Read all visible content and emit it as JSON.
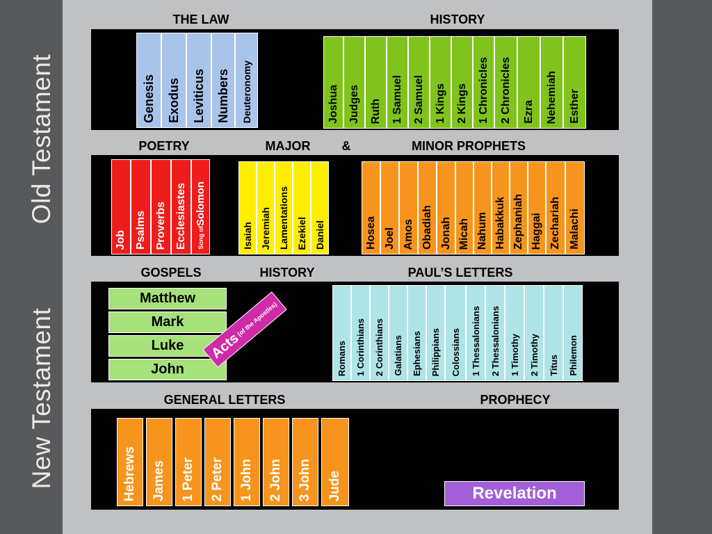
{
  "side_labels": {
    "old": "Old Testament",
    "new": "New Testament"
  },
  "headings": {
    "law": "THE LAW",
    "history_ot": "HISTORY",
    "poetry": "POETRY",
    "major": "MAJOR",
    "amp": "&",
    "minor": "MINOR  PROPHETS",
    "gospels": "GOSPELS",
    "history_nt": "HISTORY",
    "pauls": "PAUL’S LETTERS",
    "general": "GENERAL LETTERS",
    "prophecy": "PROPHECY"
  },
  "colors": {
    "law": "#a9c4eb",
    "history_ot": "#7fc31c",
    "poetry": "#ef1c1c",
    "major": "#ffee00",
    "minor": "#f7941d",
    "gospels": "#a6e17a",
    "acts": "#cf2ba8",
    "pauls": "#aee4e6",
    "general": "#f7941d",
    "prophecy": "#a35fd7"
  },
  "law": [
    "Genesis",
    "Exodus",
    "Leviticus",
    "Numbers",
    "Deuteronomy"
  ],
  "history_ot": [
    "Joshua",
    "Judges",
    "Ruth",
    "1 Samuel",
    "2 Samuel",
    "1 Kings",
    "2 Kings",
    "1 Chronicles",
    "2 Chronicles",
    "Ezra",
    "Nehemiah",
    "Esther"
  ],
  "poetry": [
    "Job",
    "Psalms",
    "Proverbs",
    "Ecclesiastes"
  ],
  "song": {
    "small": "Song of",
    "big": "Solomon"
  },
  "major": [
    "Isaiah",
    "Jeremiah",
    "Lamentations",
    "Ezekiel",
    "Daniel"
  ],
  "minor": [
    "Hosea",
    "Joel",
    "Amos",
    "Obadiah",
    "Jonah",
    "Micah",
    "Nahum",
    "Habakkuk",
    "Zephaniah",
    "Haggai",
    "Zechariah",
    "Malachi"
  ],
  "gospels": [
    "Matthew",
    "Mark",
    "Luke",
    "John"
  ],
  "acts": {
    "main": "Acts",
    "sub": "(of the Apostles)"
  },
  "pauls": [
    "Romans",
    "1 Corinthians",
    "2 Corinthians",
    "Galatians",
    "Ephesians",
    "Philippians",
    "Colossians",
    "1 Thessalonians",
    "2 Thessalonians",
    "1 Timothy",
    "2 Timothy",
    "Titus",
    "Philemon"
  ],
  "general": [
    "Hebrews",
    "James",
    "1 Peter",
    "2 Peter",
    "1 John",
    "2 John",
    "3 John",
    "Jude"
  ],
  "prophecy": [
    "Revelation"
  ]
}
